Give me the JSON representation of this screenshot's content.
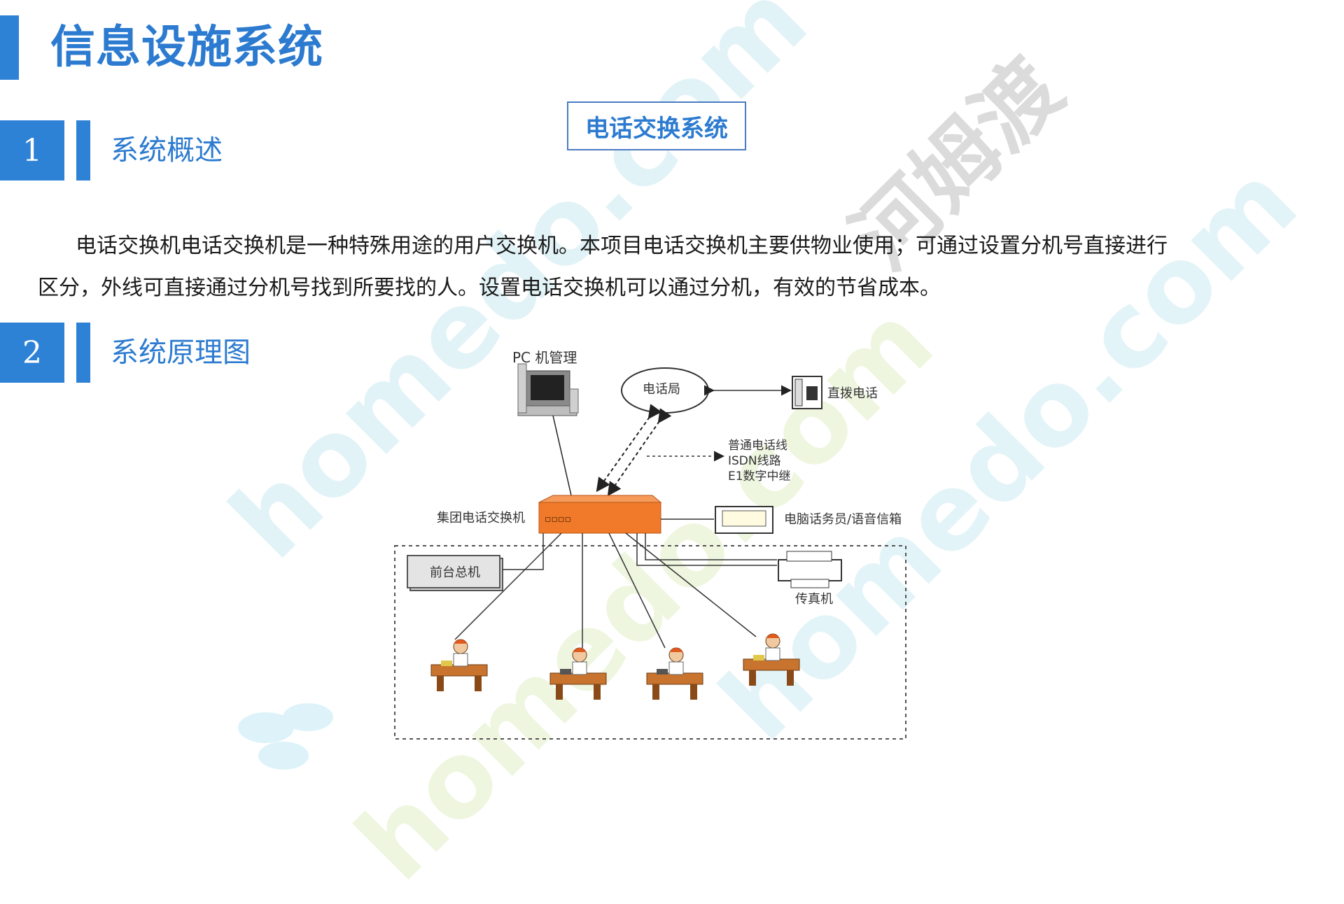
{
  "header": {
    "title": "信息设施系统"
  },
  "sections": [
    {
      "number": "1",
      "title": "系统概述"
    },
    {
      "number": "2",
      "title": "系统原理图"
    }
  ],
  "topic_box": "电话交换系统",
  "paragraph": "电话交换机电话交换机是一种特殊用途的用户交换机。本项目电话交换机主要供物业使用；可通过设置分机号直接进行区分，外线可直接通过分机号找到所要找的人。设置电话交换机可以通过分机，有效的节省成本。",
  "diagram": {
    "pc_label": "PC 机管理",
    "central_office": "电话局",
    "direct_phone": "直拨电话",
    "line_types": [
      "普通电话线",
      "ISDN线路",
      "E1数字中继"
    ],
    "pbx_label": "集团电话交换机",
    "pbx_lights": "▫▫▫▫",
    "attendant": "电脑话务员/语音信箱",
    "front_desk": "前台总机",
    "fax": "传真机"
  },
  "watermarks": [
    "河姆渡",
    "homedo.com",
    "homedo.com",
    "homedo.com"
  ],
  "colors": {
    "accent": "#2e82d6",
    "pbx": "#f07a2a",
    "watermark_gray": "#c8c8c8"
  }
}
